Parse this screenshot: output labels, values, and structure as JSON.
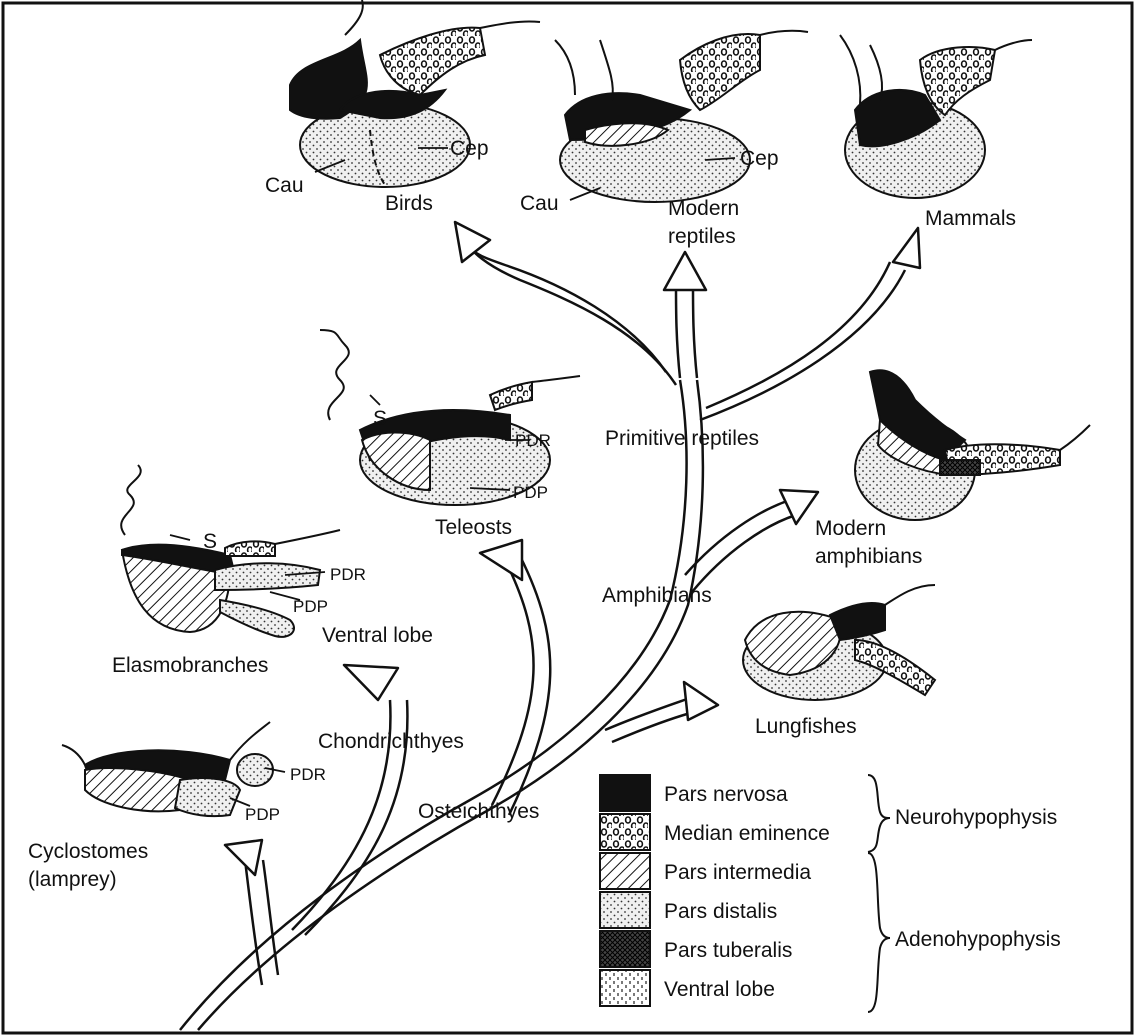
{
  "taxa": {
    "birds": "Birds",
    "modern_reptiles_1": "Modern",
    "modern_reptiles_2": "reptiles",
    "mammals": "Mammals",
    "teleosts": "Teleosts",
    "primitive_reptiles": "Primitive reptiles",
    "modern_amphibians_1": "Modern",
    "modern_amphibians_2": "amphibians",
    "amphibians": "Amphibians",
    "elasmobranches": "Elasmobranches",
    "ventral_lobe": "Ventral lobe",
    "lungfishes": "Lungfishes",
    "chondrichthyes": "Chondrichthyes",
    "osteichthyes": "Osteichthyes",
    "cyclostomes_1": "Cyclostomes",
    "cyclostomes_2": "(lamprey)"
  },
  "part_labels": {
    "cep": "Cep",
    "cau": "Cau",
    "s": "S",
    "pdr": "PDR",
    "pdp": "PDP"
  },
  "legend": {
    "items": [
      {
        "label": "Pars nervosa",
        "pattern": "solid-black"
      },
      {
        "label": "Median eminence",
        "pattern": "open-circles"
      },
      {
        "label": "Pars intermedia",
        "pattern": "diagonal-hatch"
      },
      {
        "label": "Pars distalis",
        "pattern": "fine-dots"
      },
      {
        "label": "Pars tuberalis",
        "pattern": "cross-hatch"
      },
      {
        "label": "Ventral lobe",
        "pattern": "vertical-dashes"
      }
    ],
    "groups": {
      "neuro": "Neurohypophysis",
      "adeno": "Adenohypophysis"
    }
  }
}
